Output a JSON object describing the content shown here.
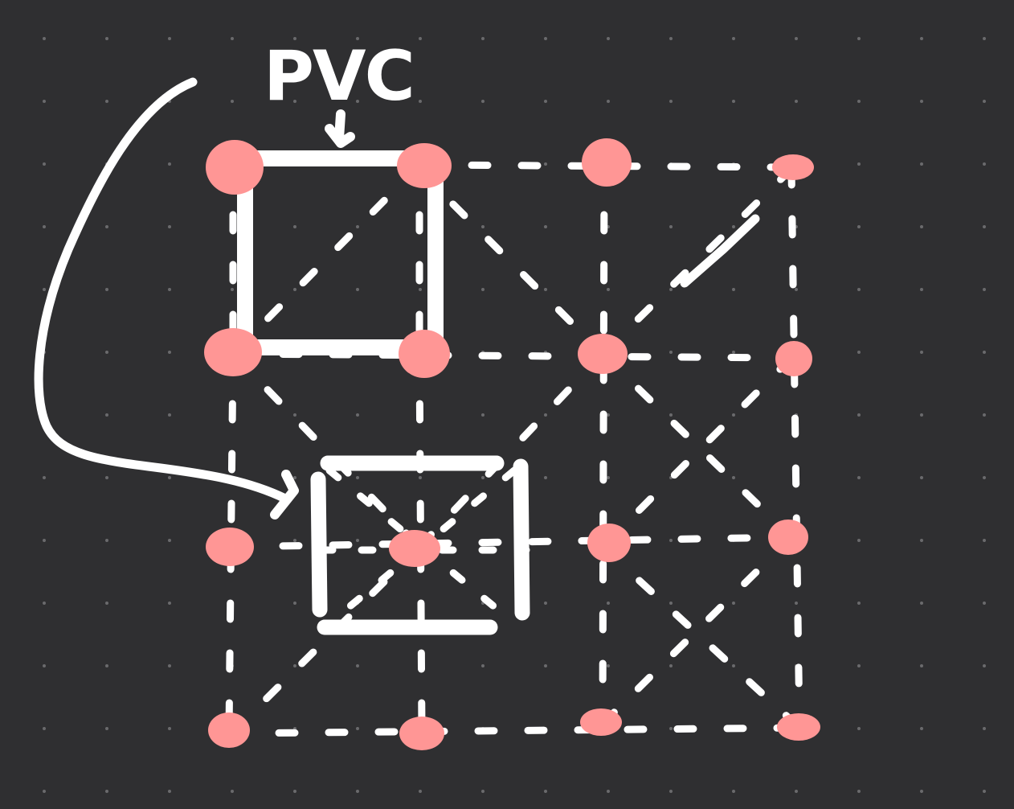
{
  "canvas": {
    "background": "#2f2f31",
    "grid_dot_color": "#6a6a6c",
    "stroke_color": "#ffffff",
    "node_color": "#ff9695"
  },
  "annotation": {
    "label": "PVC"
  },
  "diagram": {
    "grid_rows": 4,
    "grid_cols": 4,
    "highlighted_cells": [
      "top-left",
      "center-left-middle"
    ]
  }
}
